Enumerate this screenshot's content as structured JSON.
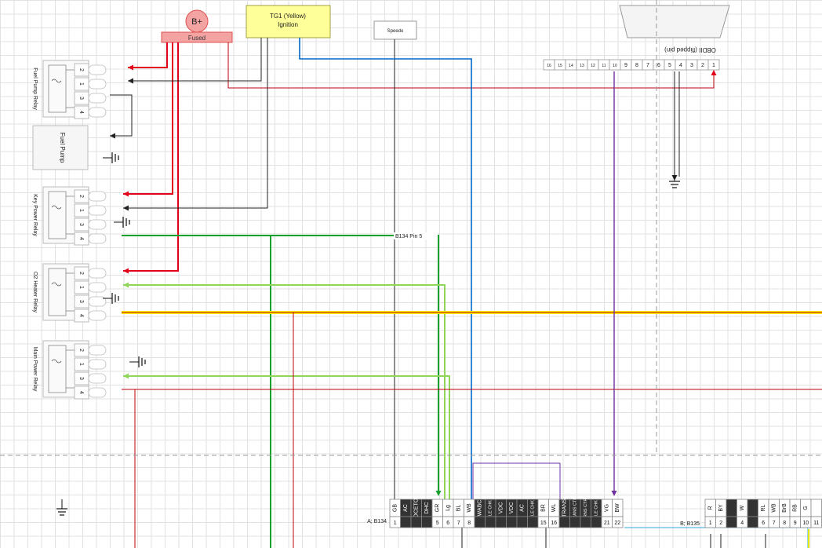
{
  "power": {
    "bplus": "B+",
    "fused": "Fused"
  },
  "ignition": {
    "line1": "TG1 (Yellow)",
    "line2": "Ignition"
  },
  "speedo": "Speedo",
  "obd": {
    "title": "OBDII (flipped pin)",
    "pins": [
      "16",
      "15",
      "14",
      "13",
      "12",
      "11",
      "10",
      "9",
      "8",
      "7",
      "6",
      "5",
      "4",
      "3",
      "2",
      "1"
    ]
  },
  "relays": [
    {
      "name": "Fuel Pump Relay",
      "pins": [
        "2",
        "1",
        "3",
        "4"
      ]
    },
    {
      "name": "Key Power Relay",
      "pins": [
        "2",
        "1",
        "3",
        "4"
      ]
    },
    {
      "name": "O2 Heater Relay",
      "pins": [
        "2",
        "1",
        "3",
        "4"
      ]
    },
    {
      "name": "Main Power Relay",
      "pins": [
        "2",
        "1",
        "3",
        "4"
      ]
    }
  ],
  "fuel_pump": "Fuel Pump",
  "wire_label": "B134 Pin 5",
  "connectors": {
    "a_label": "A; B134",
    "b_label": "B; B135",
    "a_top": [
      "GB",
      "AC",
      "DCETO",
      "DHC",
      "GR",
      "Lg",
      "BL",
      "WB",
      "WABC",
      "LE CHK",
      "VDC",
      "VDC",
      "AC",
      "LE CHK",
      "BR",
      "WL",
      "TRANS",
      "TRANS CTRL",
      "TRNS CTRL",
      "LE CHK",
      "VG",
      "BW"
    ],
    "a_pins": [
      "1",
      "",
      "",
      "",
      "5",
      "6",
      "7",
      "8",
      "",
      "",
      "",
      "",
      "",
      "",
      "15",
      "16",
      "",
      "",
      "",
      "",
      "21",
      "22"
    ],
    "b_top": [
      "R",
      "BY",
      "",
      "W",
      "",
      "RL",
      "WB",
      "BrB",
      "RB",
      "G",
      ""
    ],
    "b_pins": [
      "1",
      "2",
      "",
      "4",
      "",
      "6",
      "7",
      "8",
      "9",
      "10",
      "11"
    ]
  },
  "colors": {
    "red": "#e3001b",
    "dark_red": "#c0000e",
    "blue": "#0068c9",
    "green": "#16a22d",
    "light_green": "#8fd65a",
    "yellow": "#fff200",
    "purple": "#7030a0",
    "black": "#222222",
    "relay_pink": "#f0a0a0"
  }
}
